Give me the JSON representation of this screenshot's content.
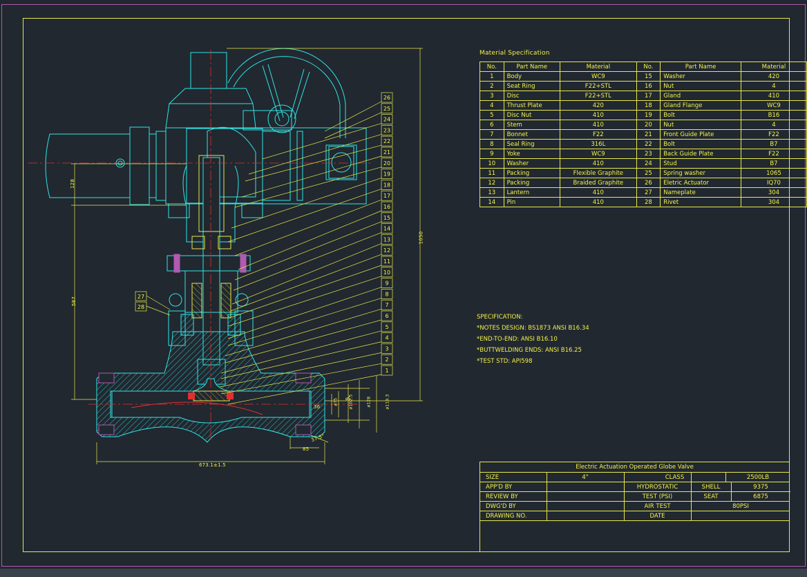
{
  "material_spec": {
    "title": "Material Specification",
    "headers": [
      "No.",
      "Part Name",
      "Material",
      "No.",
      "Part Name",
      "Material"
    ],
    "rows": [
      [
        "1",
        "Body",
        "WC9",
        "15",
        "Washer",
        "420"
      ],
      [
        "2",
        "Seat Ring",
        "F22+STL",
        "16",
        "Nut",
        "4"
      ],
      [
        "3",
        "Disc",
        "F22+STL",
        "17",
        "Gland",
        "410"
      ],
      [
        "4",
        "Thrust Plate",
        "420",
        "18",
        "Gland Flange",
        "WC9"
      ],
      [
        "5",
        "Disc Nut",
        "410",
        "19",
        "Bolt",
        "B16"
      ],
      [
        "6",
        "Stem",
        "410",
        "20",
        "Nut",
        "4"
      ],
      [
        "7",
        "Bonnet",
        "F22",
        "21",
        "Front Guide Plate",
        "F22"
      ],
      [
        "8",
        "Seal Ring",
        "316L",
        "22",
        "Bolt",
        "B7"
      ],
      [
        "9",
        "Yoke",
        "WC9",
        "23",
        "Back Guide Plate",
        "F22"
      ],
      [
        "10",
        "Washer",
        "410",
        "24",
        "Stud",
        "B7"
      ],
      [
        "11",
        "Packing",
        "Flexible Graphite",
        "25",
        "Spring washer",
        "1065"
      ],
      [
        "12",
        "Packing",
        "Braided Graphite",
        "26",
        "Eletric Actuator",
        "IQ70"
      ],
      [
        "13",
        "Lantern",
        "410",
        "27",
        "Nameplate",
        "304"
      ],
      [
        "14",
        "Pin",
        "410",
        "28",
        "Rivet",
        "304"
      ]
    ]
  },
  "specification": {
    "title": "SPECIFICATION:",
    "lines": [
      "*NOTES DESIGN: BS1873 ANSI B16.34",
      "*END-TO-END: ANSI B16.10",
      "*BUTTWELDING ENDS: ANSI B16.25",
      "*TEST STD: API598"
    ]
  },
  "title_block": {
    "title": "Electric Actuation Operated Globe Valve",
    "size_label": "SIZE",
    "size_value": "4\"",
    "class_label": "CLASS",
    "class_value": "2500LB",
    "appd_label": "APP'D BY",
    "review_label": "REVIEW BY",
    "hydro_label": "HYDROSTATIC",
    "test_psi_label": "TEST    (PSI)",
    "shell_label": "SHELL",
    "shell_value": "9375",
    "seat_label": "SEAT",
    "seat_value": "6875",
    "dwgd_label": "DWG'D BY",
    "air_test_label": "AIR TEST",
    "air_test_value": "80PSI",
    "drawing_no_label": "DRAWING NO.",
    "date_label": "DATE"
  },
  "dimensions": {
    "height_total": "1050",
    "height_body": "587",
    "handwheel_offset": "128",
    "face_to_face": "673.1±1.5",
    "d75": "ø75",
    "d102": "ø102.5",
    "d128": "ø128",
    "d119": "ø119.3",
    "d36": "36",
    "d85": "85",
    "angle": "37.5°",
    "wall": "ø5"
  },
  "balloons_right": [
    "26",
    "25",
    "24",
    "23",
    "22",
    "21",
    "20",
    "19",
    "18",
    "17",
    "16",
    "15",
    "14",
    "13",
    "12",
    "11",
    "10",
    "9",
    "8",
    "7",
    "6",
    "5",
    "4",
    "3",
    "2",
    "1"
  ],
  "balloons_left": [
    "27",
    "28"
  ],
  "colors": {
    "background": "#212830",
    "frame": "#e8e84a",
    "drawing": "#2ee6e6",
    "centerline": "#e03030",
    "accent": "#b05ab0"
  }
}
